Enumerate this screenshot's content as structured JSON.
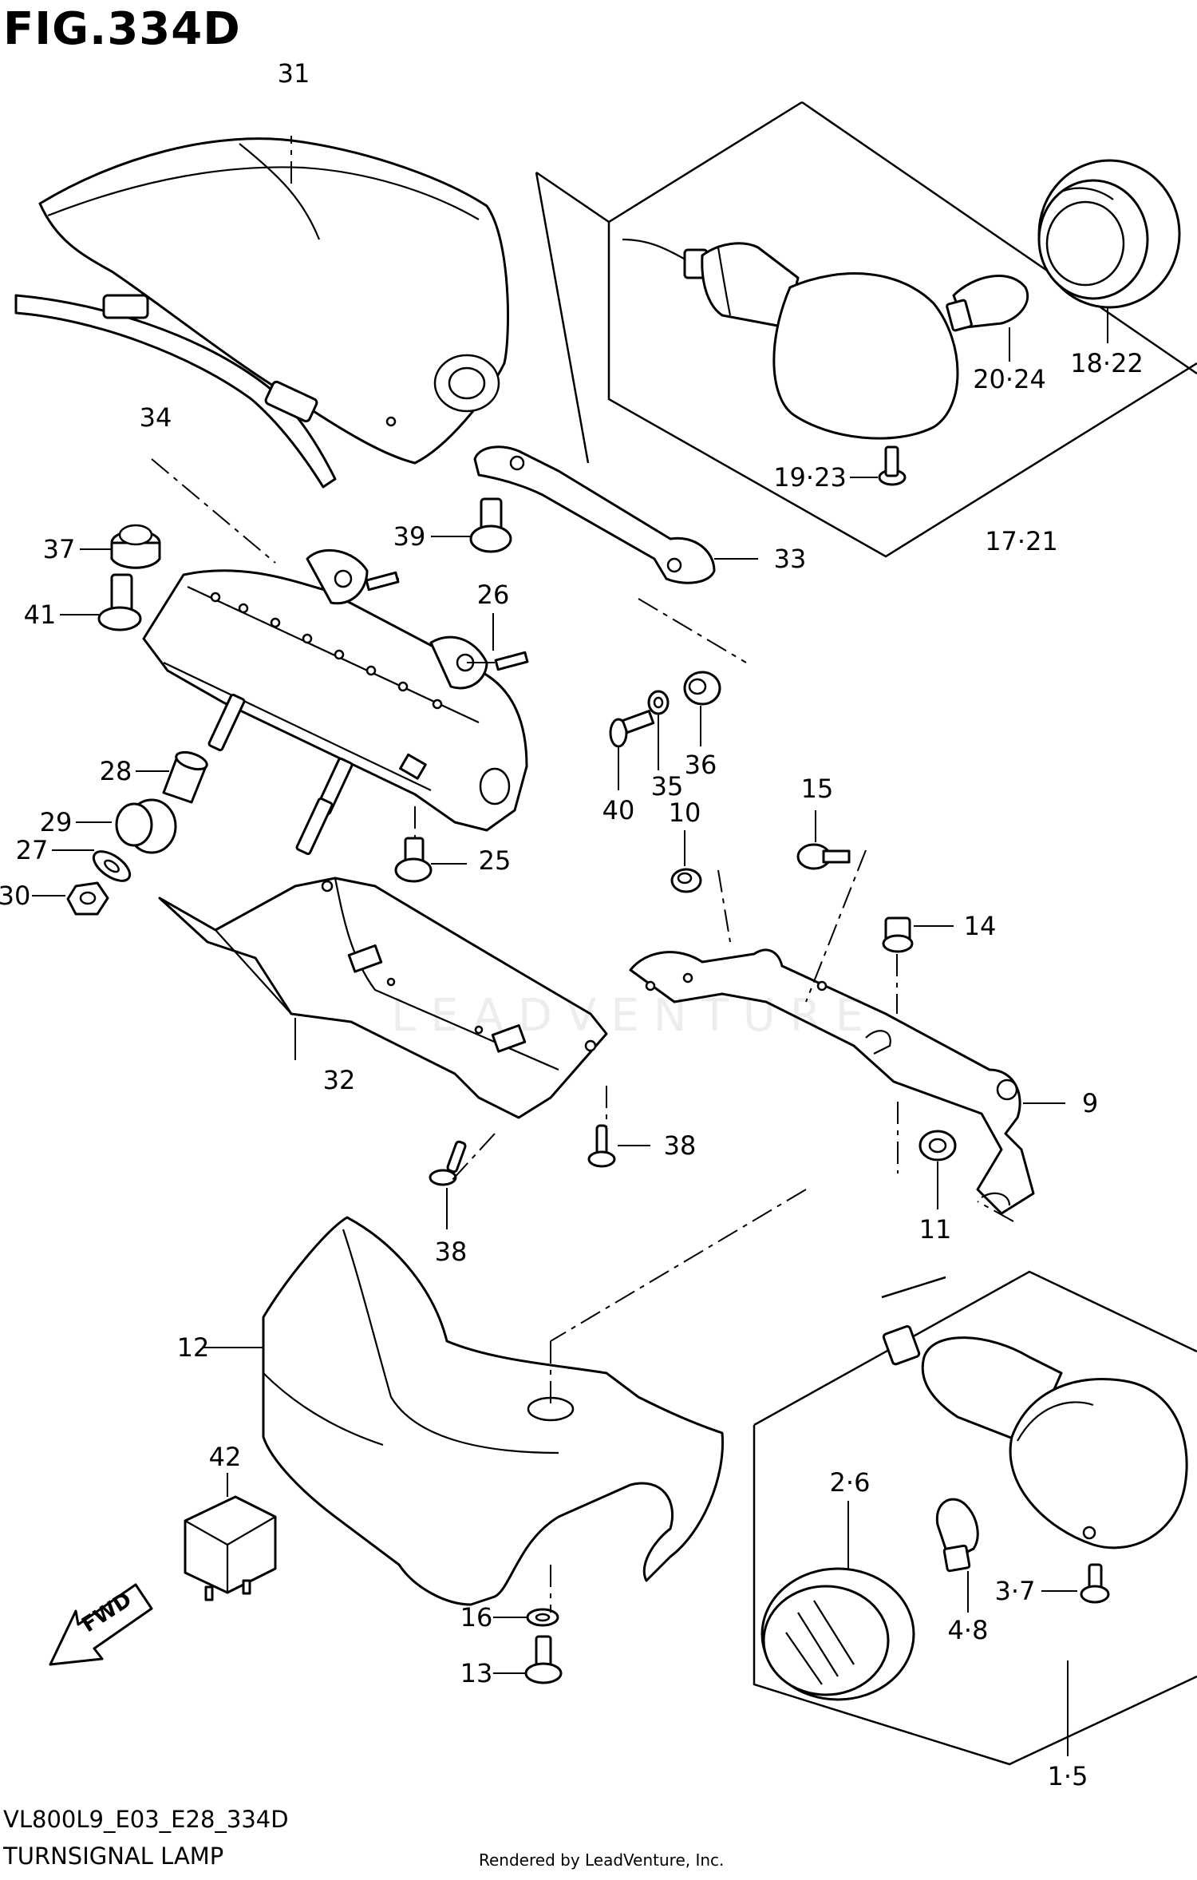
{
  "figure": {
    "title": "FIG.334D",
    "code": "VL800L9_E03_E28_334D",
    "name": "TURNSIGNAL LAMP",
    "credit": "Rendered by LeadVenture, Inc.",
    "watermark": "LEADVENTURE",
    "direction_label": "FWD"
  },
  "callouts": {
    "c31": "31",
    "c34": "34",
    "c37": "37",
    "c41": "41",
    "c39": "39",
    "c26": "26",
    "c33": "33",
    "c28": "28",
    "c29": "29",
    "c27": "27",
    "c30": "30",
    "c25": "25",
    "c40": "40",
    "c35": "35",
    "c36": "36",
    "c10": "10",
    "c15": "15",
    "c14": "14",
    "c9": "9",
    "c32": "32",
    "c38a": "38",
    "c38b": "38",
    "c11": "11",
    "c12": "12",
    "c42": "42",
    "c16": "16",
    "c13": "13",
    "c2_6": "2·6",
    "c3_7": "3·7",
    "c4_8": "4·8",
    "c1_5": "1·5",
    "c20_24": "20·24",
    "c18_22": "18·22",
    "c19_23": "19·23",
    "c17_21": "17·21"
  }
}
